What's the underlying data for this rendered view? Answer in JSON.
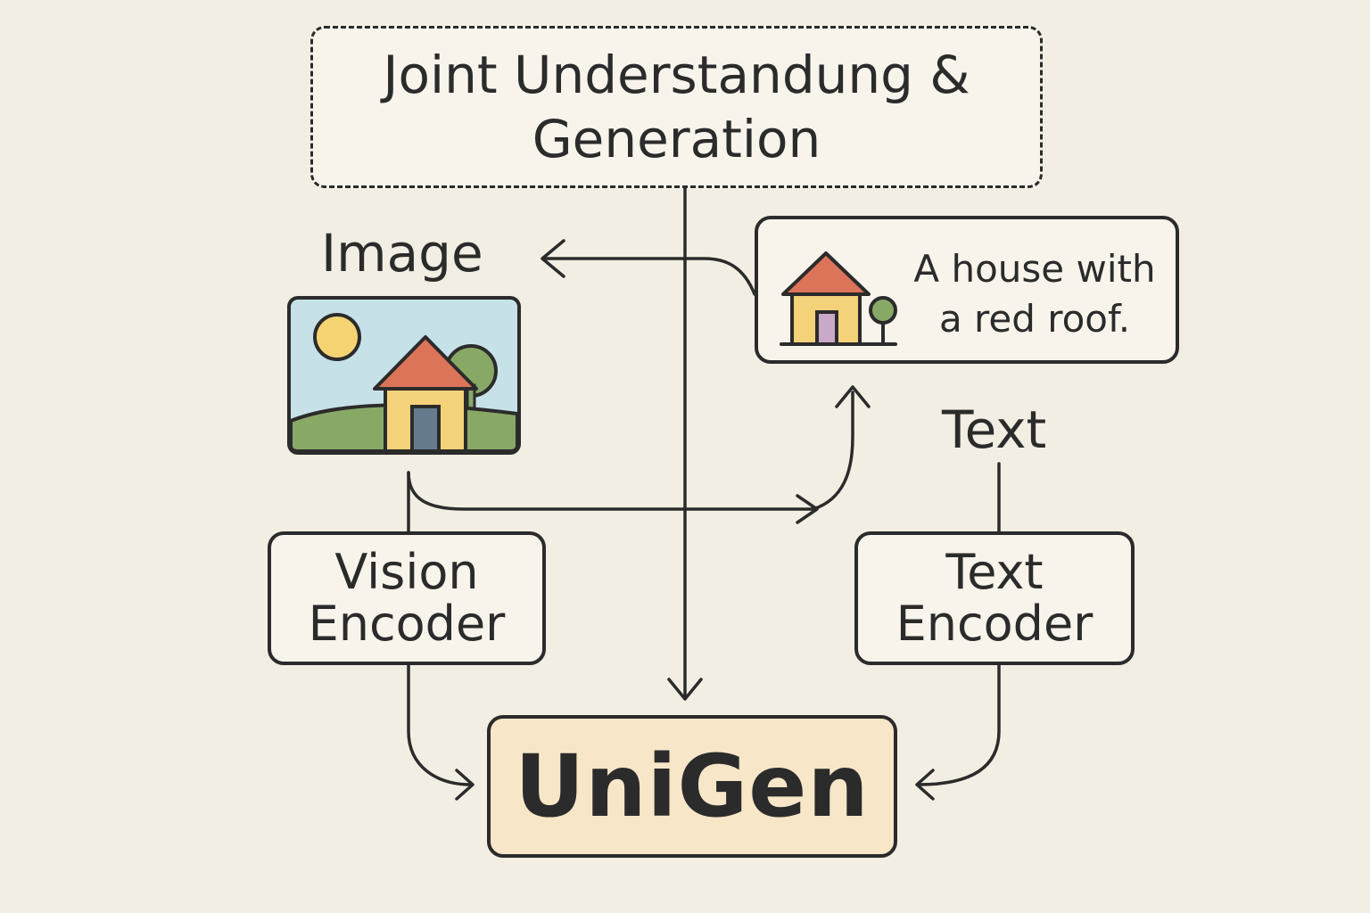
{
  "goal": {
    "text": "Joint Understandung &\nGeneration"
  },
  "labels": {
    "image": "Image",
    "text": "Text"
  },
  "caption_card": {
    "text": "A house with\na red roof."
  },
  "vision_encoder": {
    "text": "Vision\nEncoder"
  },
  "text_encoder": {
    "text": "Text\nEncoder"
  },
  "unigen": {
    "text": "UniGen"
  },
  "icons": {
    "image_thumb": "landscape-house-icon",
    "caption_icon": "house-tree-icon"
  },
  "colors": {
    "background": "#f3eee3",
    "unigen_fill": "#f7e6c8",
    "sky": "#c7e1e8",
    "sun": "#f6d372",
    "roof": "#dc745a",
    "wall": "#f4d27a",
    "door": "#667c8c",
    "grass": "#88a866",
    "stroke": "#2b2b2b"
  }
}
